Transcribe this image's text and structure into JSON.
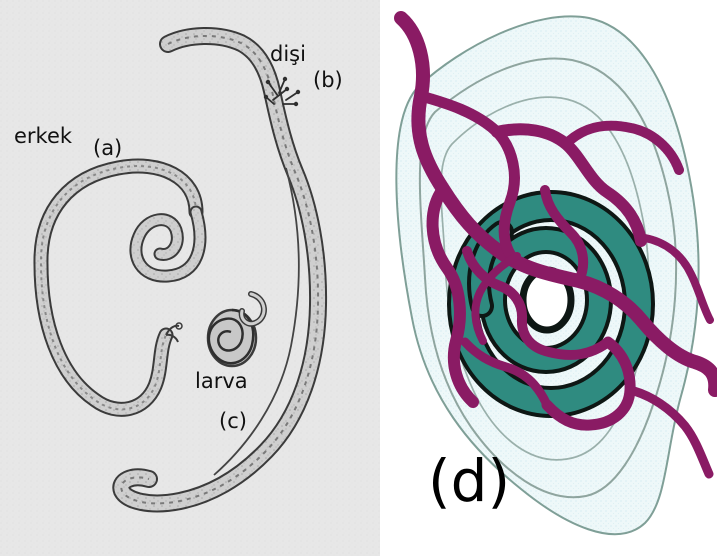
{
  "labels": {
    "a_word": "erkek",
    "a_letter": "(a)",
    "b_word": "dişi",
    "b_letter": "(b)",
    "c_word": "larva",
    "c_letter": "(c)",
    "d_letter": "(d)"
  },
  "colors": {
    "paper": "#e7e7e7",
    "worm_fill": "#c9c9c9",
    "worm_line": "#3b3b3b",
    "vessel": "#8a1b64",
    "capsule": "#2f8b80",
    "cyst_fill": "#dff2f5",
    "cyst_line": "#7f9f97"
  }
}
